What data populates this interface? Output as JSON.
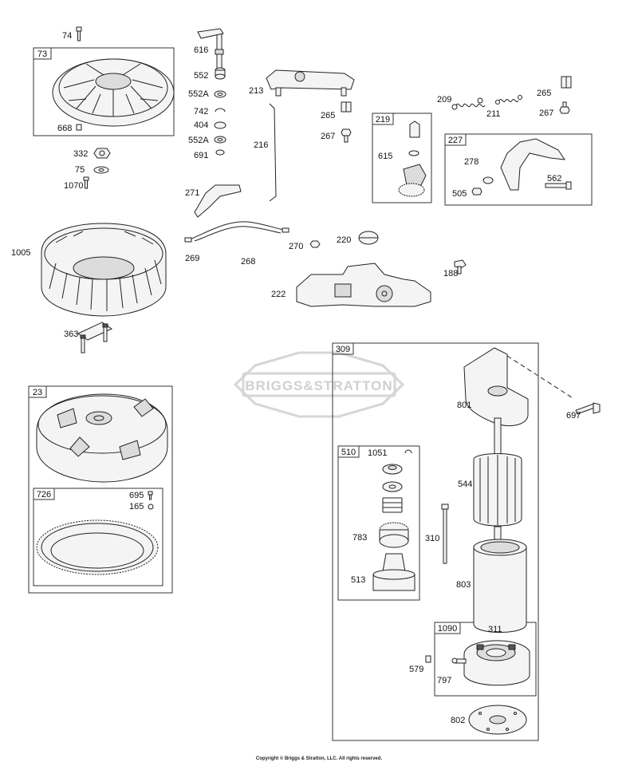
{
  "watermark": "BRIGGS&STRATTON",
  "copyright": "Copyright © Briggs & Stratton, LLC. All rights reserved.",
  "group_boxes": [
    {
      "id": "73",
      "label": "73"
    },
    {
      "id": "219",
      "label": "219"
    },
    {
      "id": "227",
      "label": "227"
    },
    {
      "id": "23",
      "label": "23"
    },
    {
      "id": "726",
      "label": "726"
    },
    {
      "id": "309",
      "label": "309"
    },
    {
      "id": "510",
      "label": "510"
    },
    {
      "id": "1090",
      "label": "1090"
    }
  ],
  "callouts": {
    "c74": "74",
    "c668": "668",
    "c332": "332",
    "c75": "75",
    "c1070": "1070",
    "c616": "616",
    "c552": "552",
    "c552a1": "552A",
    "c742": "742",
    "c404": "404",
    "c552a2": "552A",
    "c691": "691",
    "c213": "213",
    "c216": "216",
    "c265a": "265",
    "c267a": "267",
    "c209": "209",
    "c211": "211",
    "c265b": "265",
    "c267b": "267",
    "c615": "615",
    "c278": "278",
    "c562": "562",
    "c505": "505",
    "c271": "271",
    "c269": "269",
    "c268": "268",
    "c270": "270",
    "c220": "220",
    "c1005": "1005",
    "c363": "363",
    "c222": "222",
    "c188": "188",
    "c801": "801",
    "c697": "697",
    "c1051": "1051",
    "c544": "544",
    "c310": "310",
    "c783": "783",
    "c513": "513",
    "c803": "803",
    "c311": "311",
    "c579": "579",
    "c797": "797",
    "c802": "802",
    "c695": "695",
    "c165": "165"
  }
}
